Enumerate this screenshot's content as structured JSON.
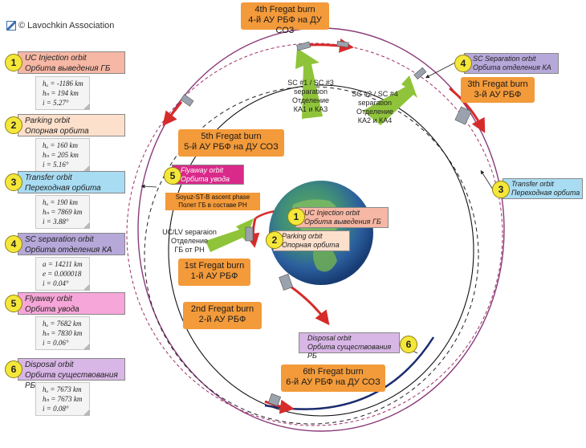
{
  "copyright": "© Lavochkin Association",
  "orbits": [
    {
      "num": "1",
      "title_en": "UC Injection orbit",
      "title_ru": "Орбита выведения ГБ",
      "color": "#f6b7a4",
      "params": [
        "hₐ = -1186 km",
        "hₙ = 194 km",
        "i = 5.27°"
      ]
    },
    {
      "num": "2",
      "title_en": "Parking orbit",
      "title_ru": "Опорная орбита",
      "color": "#fde0cc",
      "params": [
        "hₐ = 160 km",
        "hₙ = 205 km",
        "i = 5.16°"
      ]
    },
    {
      "num": "3",
      "title_en": "Transfer orbit",
      "title_ru": "Переходная орбита",
      "color": "#a8dcf3",
      "params": [
        "hₐ = 190 km",
        "hₙ = 7869 km",
        "i = 3.88°"
      ]
    },
    {
      "num": "4",
      "title_en": "SC separation orbit",
      "title_ru": "Орбита отделения КА",
      "color": "#b6a8d9",
      "params": [
        "a = 14211 km",
        "e = 0.000018",
        "i = 0.04°"
      ]
    },
    {
      "num": "5",
      "title_en": "Flyaway orbit",
      "title_ru": "Орбита увода",
      "color": "#f6a6d8",
      "params": [
        "hₐ = 7682 km",
        "hₙ = 7830 km",
        "i = 0.06°"
      ]
    },
    {
      "num": "6",
      "title_en": "Disposal orbit",
      "title_ru": "Орбита существования РБ",
      "color": "#d8b6e6",
      "params": [
        "hₐ = 7673 km",
        "hₙ = 7673 km",
        "i = 0.08°"
      ]
    }
  ],
  "burns": {
    "b4": [
      "4th Fregat burn",
      "4-й АУ РБФ на ДУ СОЗ"
    ],
    "b3": [
      "3th Fregat burn",
      "3-й АУ РБФ"
    ],
    "b5": [
      "5th Fregat burn",
      "5-й АУ РБФ на ДУ СОЗ"
    ],
    "b1": [
      "1st Fregat burn",
      "1-й АУ РБФ"
    ],
    "b2": [
      "2nd Fregat burn",
      "2-й АУ РБФ"
    ],
    "b6": [
      "6th Fregat burn",
      "6-й АУ РБФ на ДУ СОЗ"
    ]
  },
  "separations": {
    "sc13": [
      "SC #1 / SC #3",
      "separation",
      "Отделение",
      "КА1 и КА3"
    ],
    "sc24": [
      "SC #2 / SC #4",
      "separation",
      "Отделение",
      "КА2 и КА4"
    ],
    "uclv": [
      "UC/LV separaion",
      "Отделение",
      "ГБ от РН"
    ]
  },
  "ascent_phase": [
    "Soyuz-ST-B ascent phase",
    "Полет ГБ в составе РН"
  ],
  "diagram_tags": {
    "t4": {
      "num": "4",
      "en": "SC Separation orbit",
      "ru": "Орбита отделения КА"
    },
    "t3": {
      "num": "3",
      "en": "Transfer orbit",
      "ru": "Переходная орбита"
    },
    "t5": {
      "num": "5",
      "en": "Flyaway orbit",
      "ru": "Орбита увода"
    },
    "t1": {
      "num": "1",
      "en": "UC Injection orbit",
      "ru": "Орбита выведения ГБ"
    },
    "t2": {
      "num": "2",
      "en": "Parking orbit",
      "ru": "Опорная орбита"
    },
    "t6": {
      "num": "6",
      "en": "Disposal orbit",
      "ru": "Орбита существования РБ"
    }
  }
}
